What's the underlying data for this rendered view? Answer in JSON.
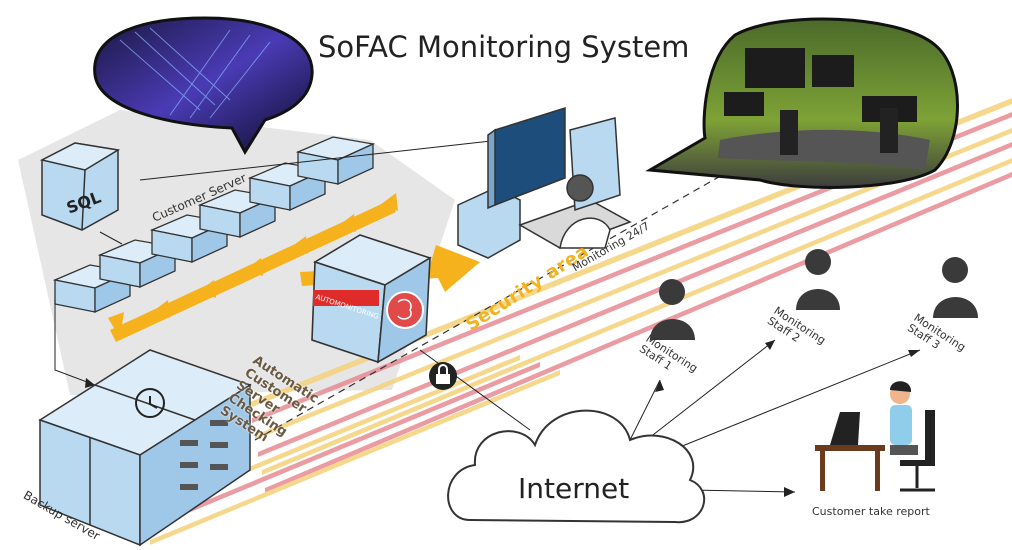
{
  "title": "SoFAC Monitoring System",
  "labels": {
    "customer_server": "Customer Server",
    "sql": "SQL",
    "backup_server": "Backup server",
    "auto_box": "AUTOMONITORING",
    "auto_system": [
      "Automatic",
      "Customer",
      "Server",
      "Checking",
      "System"
    ],
    "security_area": "Security area",
    "monitoring_247": "Monitoring 24/7",
    "internet": "Internet",
    "customer_report": "Customer take report"
  },
  "staff": [
    {
      "line1": "Monitoring",
      "line2": "Staff 1"
    },
    {
      "line1": "Monitoring",
      "line2": "Staff 2"
    },
    {
      "line1": "Monitoring",
      "line2": "Staff 3"
    }
  ],
  "colors": {
    "server_face": "#b9d9f1",
    "server_top": "#dcecf8",
    "arrow": "#f6b21c",
    "zone": "#e4e4e4",
    "person": "#3a3a3a",
    "stripe_red": "#e88a92",
    "stripe_yellow": "#f5d27a"
  }
}
